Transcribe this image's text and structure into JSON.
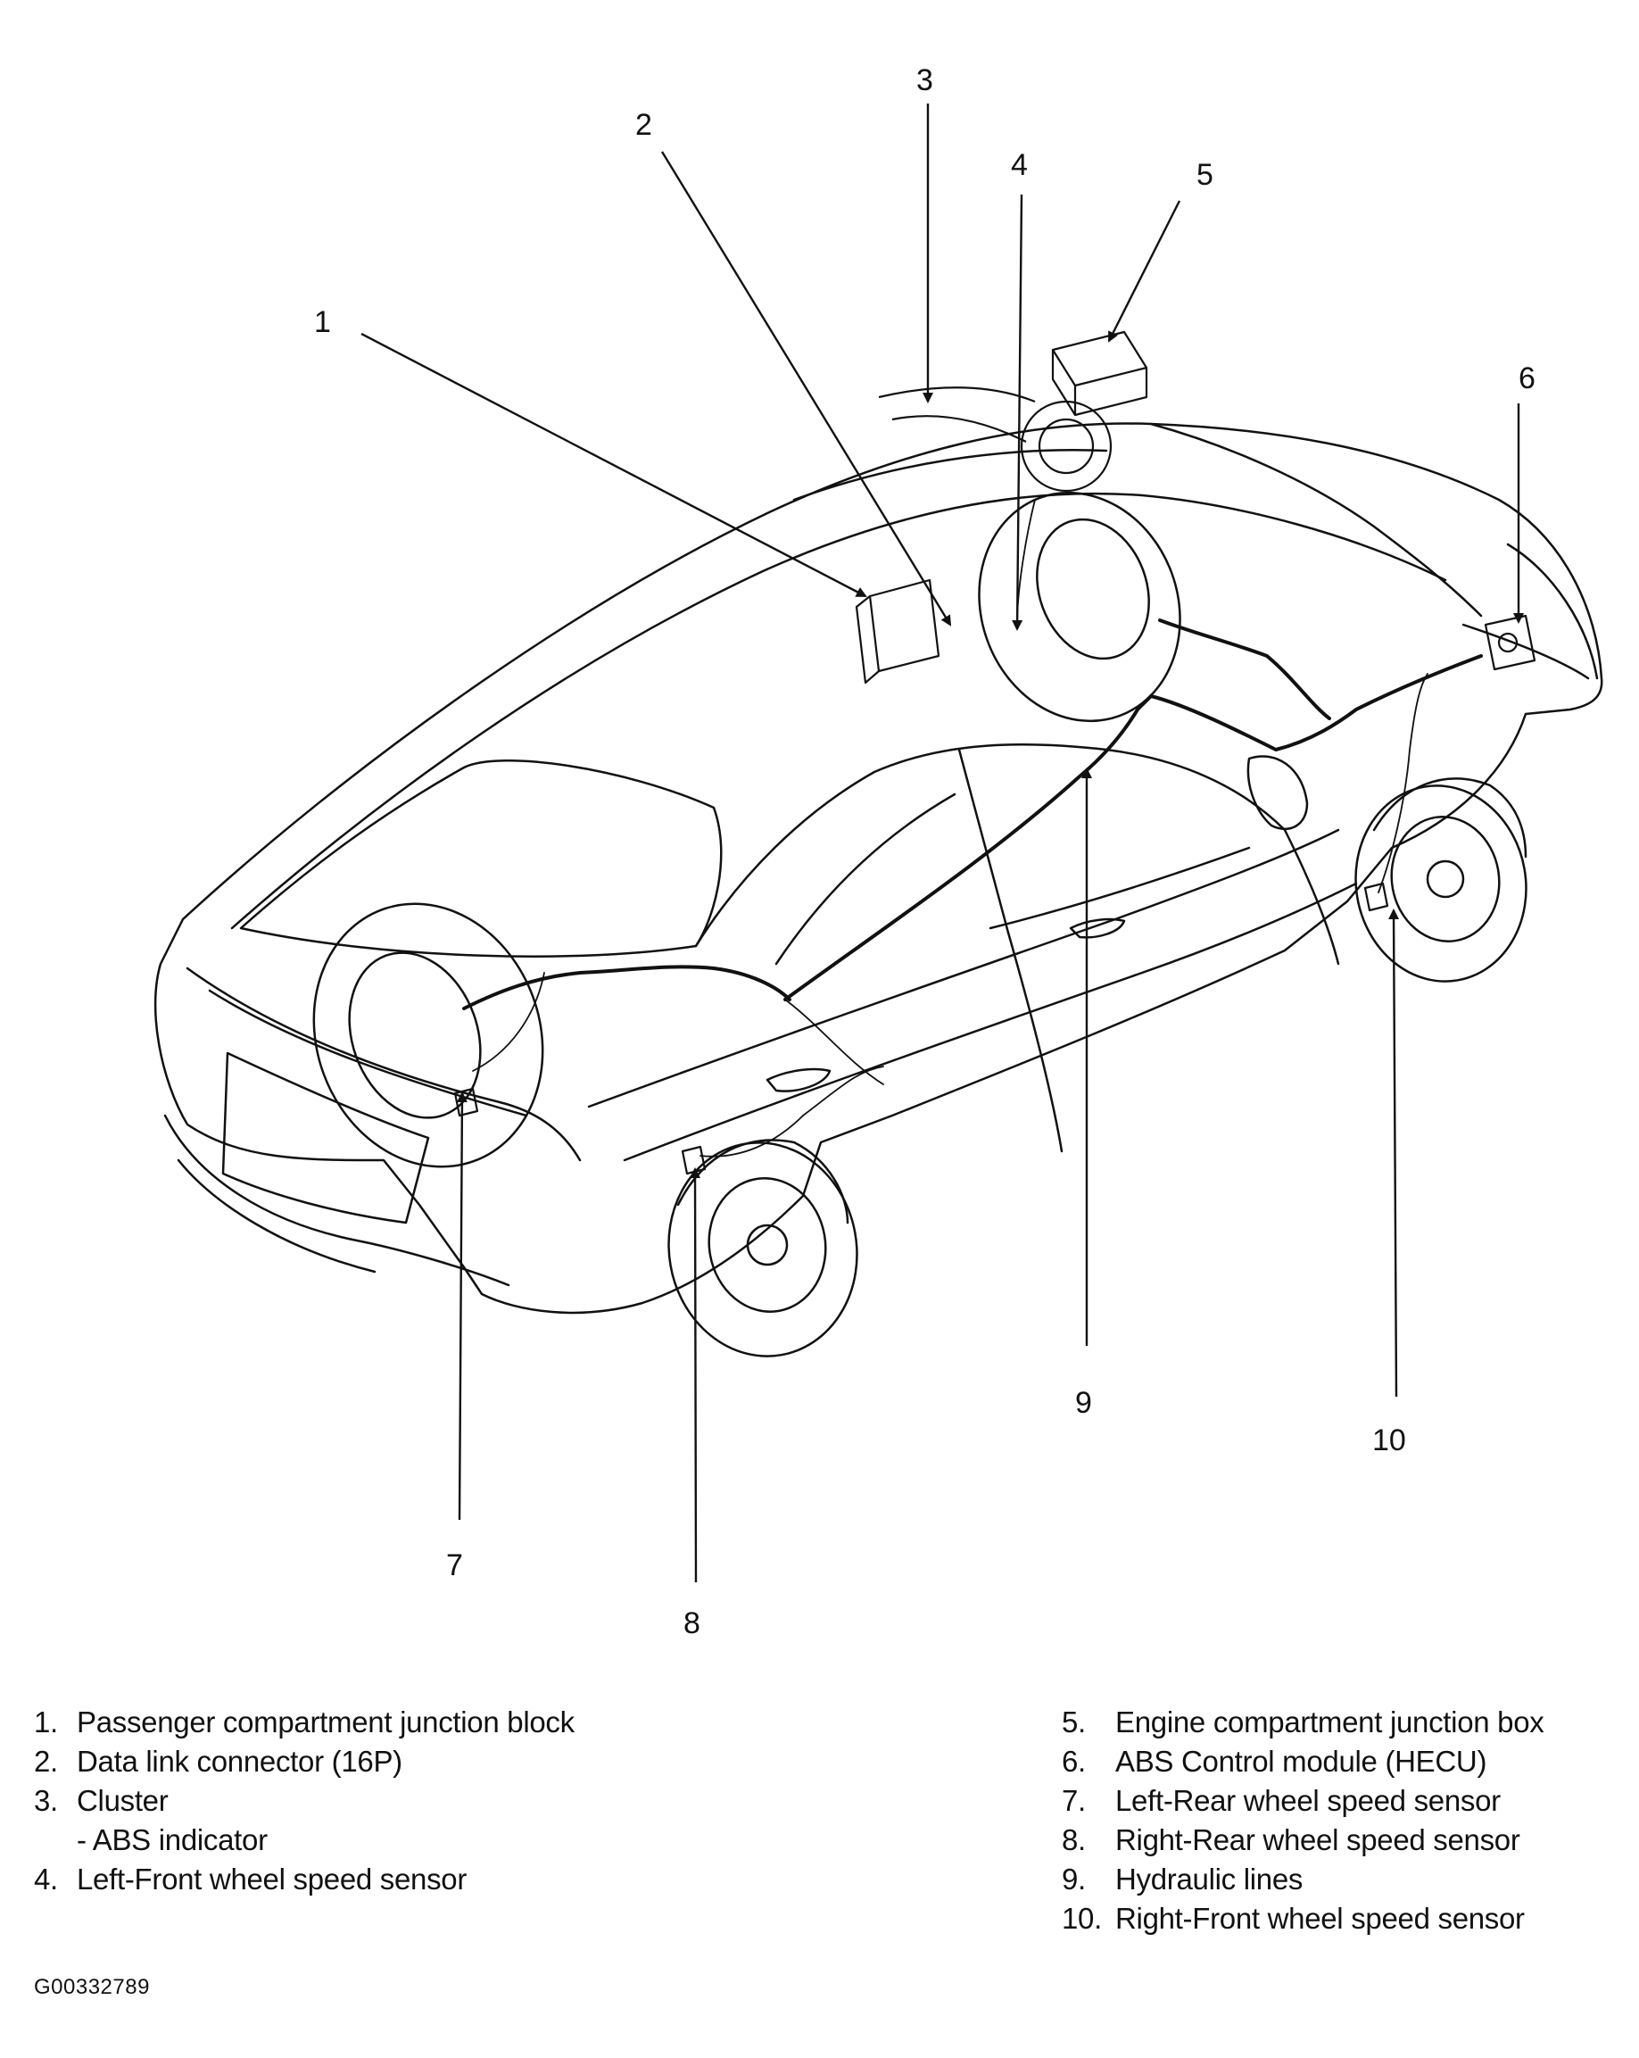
{
  "callouts": [
    {
      "number": "1",
      "label": "Passenger compartment junction block"
    },
    {
      "number": "2",
      "label": "Data link connector (16P)"
    },
    {
      "number": "3",
      "label": "Cluster",
      "sublabel": "- ABS indicator"
    },
    {
      "number": "4",
      "label": "Left-Front wheel speed sensor"
    },
    {
      "number": "5",
      "label": "Engine compartment junction box"
    },
    {
      "number": "6",
      "label": "ABS Control module (HECU)"
    },
    {
      "number": "7",
      "label": "Left-Rear wheel speed sensor"
    },
    {
      "number": "8",
      "label": "Right-Rear wheel speed sensor"
    },
    {
      "number": "9",
      "label": "Hydraulic lines"
    },
    {
      "number": "10",
      "label": "Right-Front wheel speed sensor"
    }
  ],
  "legend_prefixes": [
    "1.",
    "2.",
    "3.",
    "4.",
    "5.",
    "6.",
    "7.",
    "8.",
    "9.",
    "10."
  ],
  "figure_id": "G00332789"
}
